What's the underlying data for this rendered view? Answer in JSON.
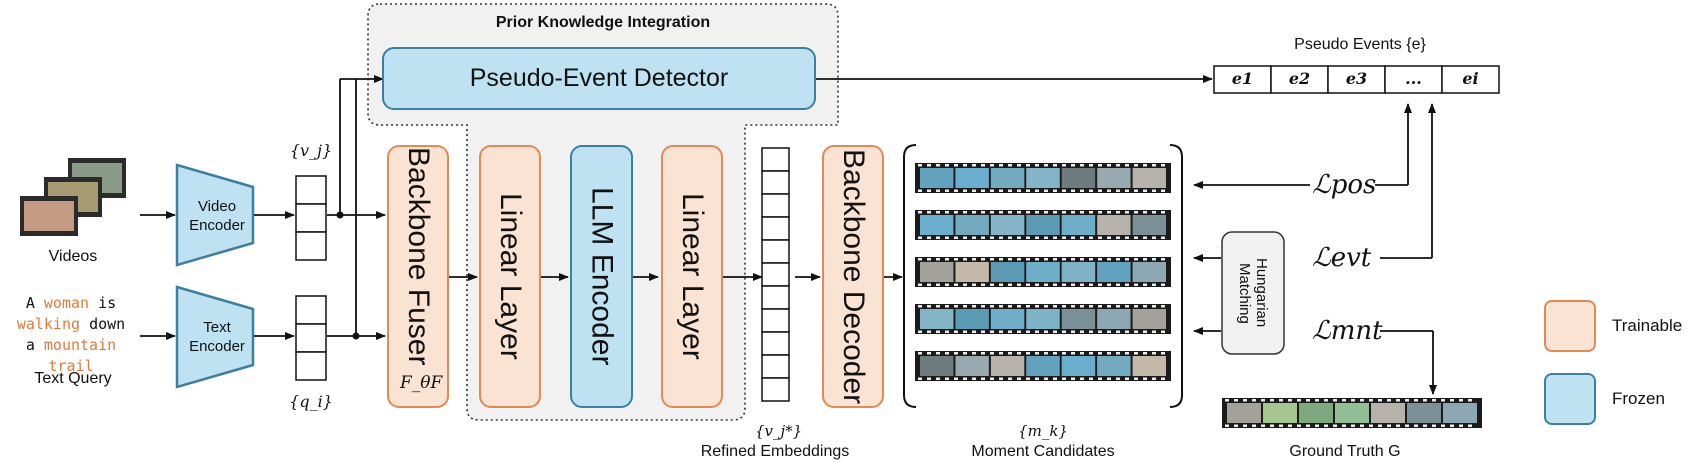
{
  "colors": {
    "trainable_fill": "#fbe3d4",
    "trainable_stroke": "#e08a54",
    "frozen_fill": "#bfe2f3",
    "frozen_stroke": "#3d7fa0",
    "prior_region_fill": "#f1f1f1",
    "highlight_text": "#e07b39",
    "ground_truth_tint": "#8ccf7e"
  },
  "prior": {
    "title": "Prior Knowledge Integration",
    "detector": "Pseudo-Event Detector"
  },
  "inputs": {
    "videos_label": "Videos",
    "query_words": [
      "A",
      "woman",
      "is",
      "walking",
      "down",
      "a",
      "mountain trail"
    ],
    "query_label": "Text Query",
    "video_encoder": "Video Encoder",
    "text_encoder": "Text Encoder"
  },
  "embeddings": {
    "video_label": "{v_j}",
    "query_label": "{q_i}",
    "refined_symbol": "{v_j*}",
    "refined_label": "Refined Embeddings"
  },
  "modules": {
    "fuser": "Backbone Fuser",
    "fuser_symbol": "F_θF",
    "linear1": "Linear Layer",
    "llm": "LLM Encoder",
    "linear2": "Linear Layer",
    "decoder": "Backbone Decoder"
  },
  "candidates": {
    "symbol": "{m_k}",
    "label": "Moment Candidates"
  },
  "pseudo_events": {
    "title": "Pseudo Events {e}",
    "items": [
      "e1",
      "e2",
      "e3",
      "...",
      "ei"
    ]
  },
  "losses": {
    "pos": "ℒpos",
    "evt": "ℒevt",
    "mnt": "ℒmnt"
  },
  "matching": "Hungarian Matching",
  "ground_truth": "Ground Truth G",
  "legend": {
    "trainable": "Trainable",
    "frozen": "Frozen"
  }
}
